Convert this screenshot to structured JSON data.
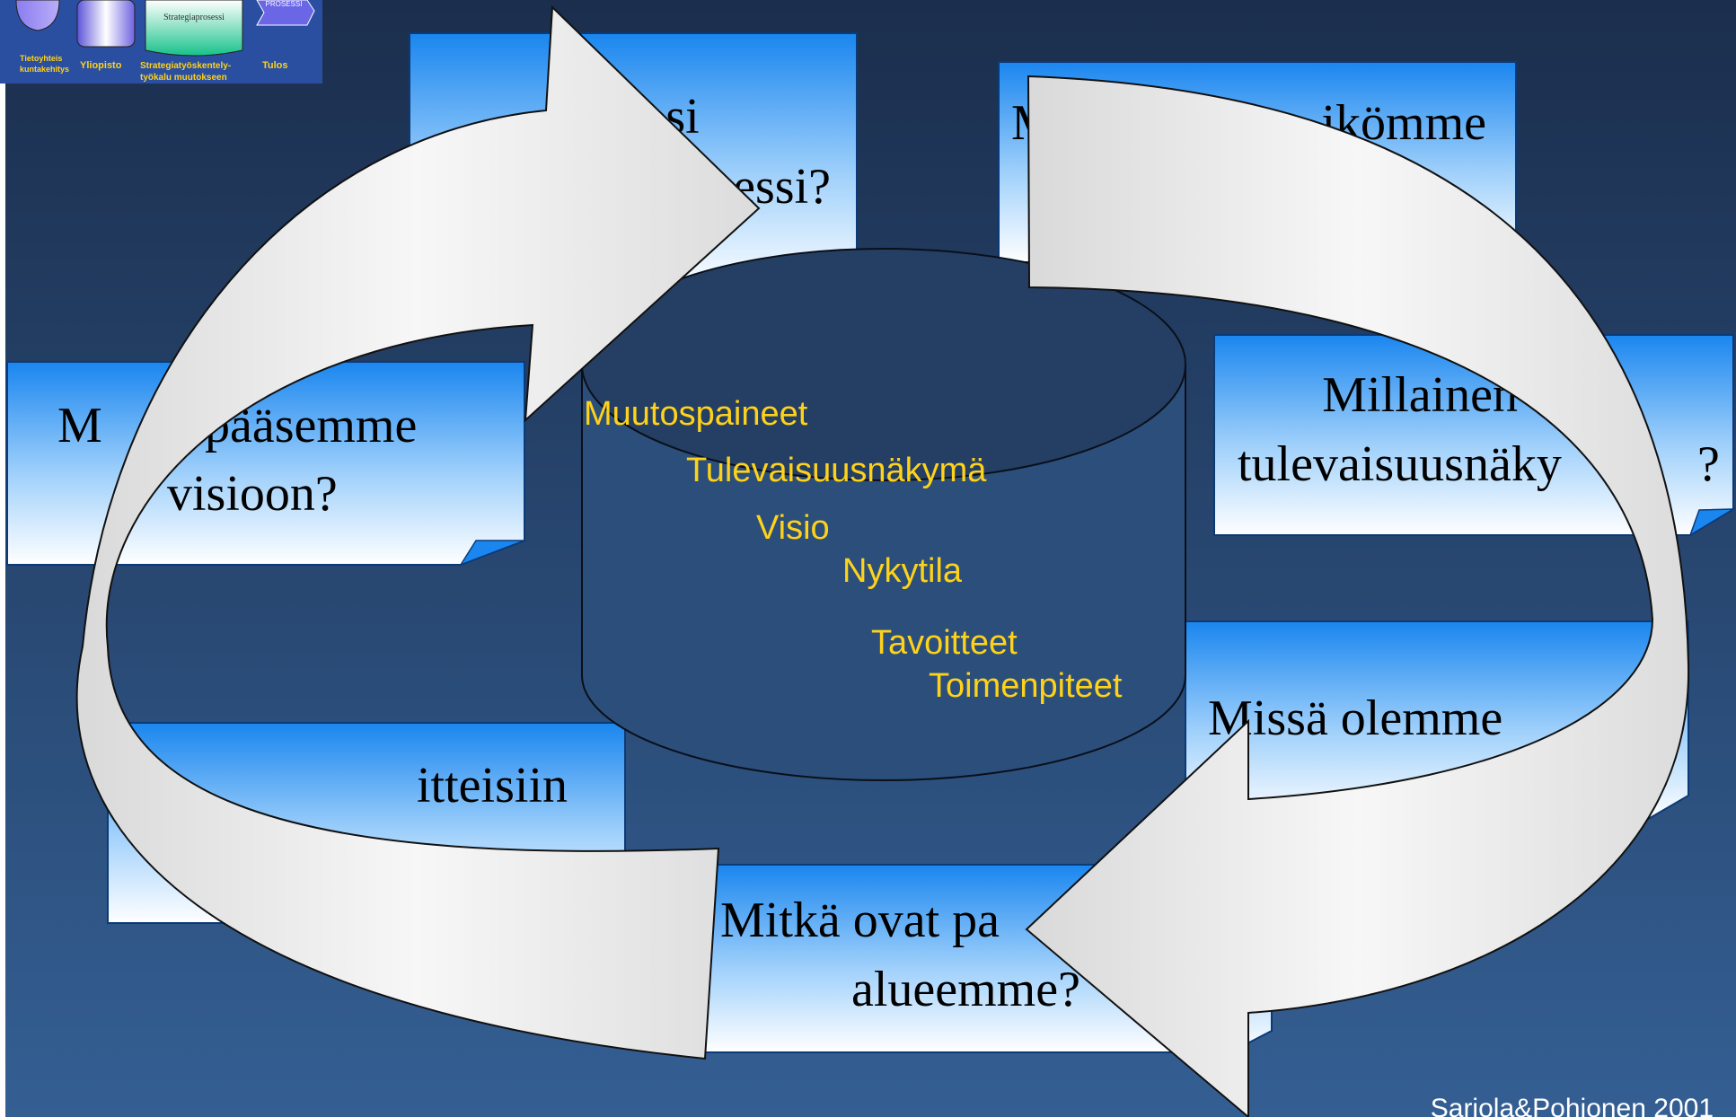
{
  "logo": {
    "inner_box_label": "Strategiaprosessi",
    "arrow_label": "PROSESSI",
    "captions": {
      "col1_line1": "Tietoyhteis",
      "col1_line2": "kuntakehitys",
      "col2": "Yliopisto",
      "col3_line1": "Strategiatyöskentely-",
      "col3_line2": "työkalu muutokseen",
      "col4": "Tulos"
    }
  },
  "boxes": {
    "top_center": {
      "line1": "si",
      "line2": "essi?"
    },
    "top_right": {
      "line1": "M",
      "line2": "ikömme"
    },
    "right_upper": {
      "line1": "Millainen",
      "line2": "tulevaisuusnäky",
      "line3": "?"
    },
    "right_lower": {
      "line1": "Missä olemme"
    },
    "bottom_center": {
      "line1": "Mitkä ovat pa",
      "line2": "alueemme?"
    },
    "left_lower": {
      "line1": "itteisiin"
    },
    "left_upper": {
      "line1": "M",
      "line2": "pääsemme",
      "line3": "visioon?"
    }
  },
  "cylinder_items": [
    "Muutospaineet",
    "Tulevaisuusnäkymä",
    "Visio",
    "Nykytila",
    "Tavoitteet",
    "Toimenpiteet"
  ],
  "credit": "Sariola&Pohjonen 2001",
  "colors": {
    "background_top": "#1b2e4d",
    "background_bottom": "#345f93",
    "box_gradient_top": "#1a86ef",
    "box_gradient_bottom": "#ffffff",
    "cylinder_text": "#ffd21a",
    "arrow_fill": "#f2f2f2"
  }
}
